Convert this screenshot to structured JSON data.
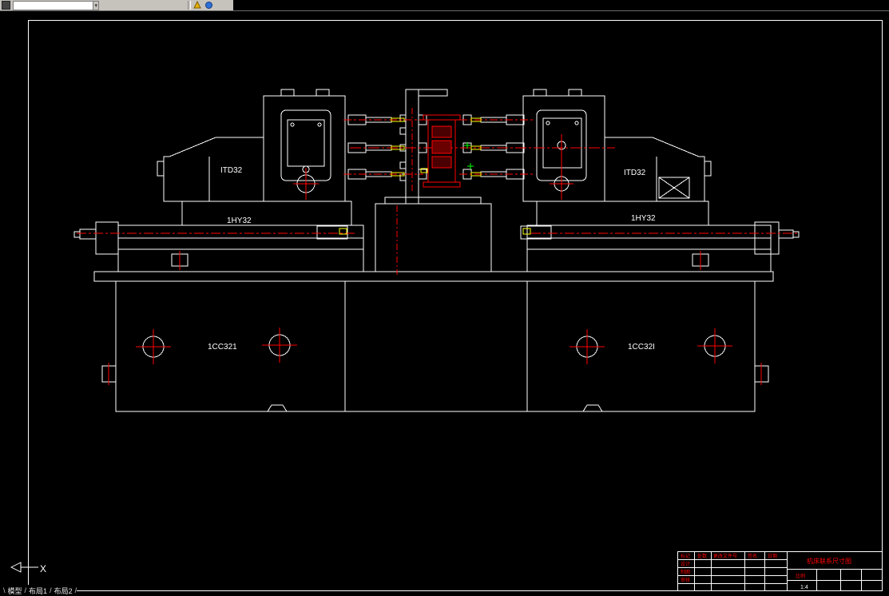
{
  "toolbar": {
    "dropdown_value": "",
    "icon_names": [
      "app-icon",
      "dropdown-arrow-icon",
      "view-icon",
      "shade-icon"
    ]
  },
  "drawing": {
    "labels": {
      "left_head": "ITD32",
      "right_head": "ITD32",
      "left_slide": "1HY32",
      "right_slide": "1HY32",
      "left_bed": "1CC321",
      "right_bed": "1CC32I"
    },
    "colors": {
      "line": "#ffffff",
      "centerline": "#ff0000",
      "tool": "#ffff00",
      "marker": "#00ff00"
    }
  },
  "title_block": {
    "title": "机床联系尺寸图",
    "header_cells": [
      "标记",
      "处数",
      "更改文件号",
      "签名",
      "日期"
    ],
    "left_rows": [
      "设计",
      "制图",
      "审核"
    ],
    "scale_label": "比例",
    "scale_value": "1:4"
  },
  "ucs": {
    "axis_label": "X"
  },
  "tabs": {
    "model": "模型",
    "layout1": "布局1",
    "layout2": "布局2"
  }
}
